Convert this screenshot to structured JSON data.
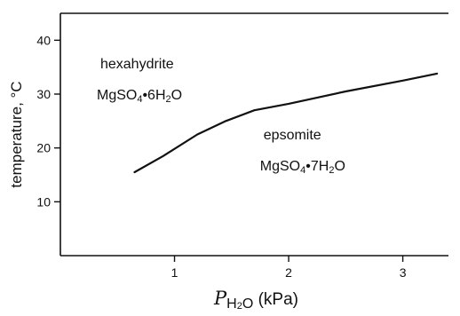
{
  "chart_data": {
    "type": "line",
    "title": "",
    "xlabel": {
      "symbol": "P",
      "subscript": "H",
      "subscript2": "2",
      "tail": "O",
      "unit": " (kPa)"
    },
    "ylabel": "temperature, °C",
    "xlim": [
      0,
      3.4
    ],
    "ylim": [
      0,
      45
    ],
    "xticks": [
      1,
      2,
      3
    ],
    "yticks": [
      10,
      20,
      30,
      40
    ],
    "grid": false,
    "series": [
      {
        "x": [
          0.65,
          0.9,
          1.2,
          1.45,
          1.7,
          2.0,
          2.5,
          3.0,
          3.3
        ],
        "y": [
          15.5,
          18.5,
          22.5,
          25.0,
          27.0,
          28.2,
          30.5,
          32.5,
          33.8
        ]
      }
    ],
    "annotations": [
      {
        "name": "hexahydrite",
        "formula": {
          "a": "MgSO",
          "sub1": "4",
          "b": "•6H",
          "sub2": "2",
          "c": "O"
        },
        "x": 0.35,
        "y": 34.8
      },
      {
        "name": "epsomite",
        "formula": {
          "a": "MgSO",
          "sub1": "4",
          "b": "•7H",
          "sub2": "2",
          "c": "O"
        },
        "x": 1.78,
        "y": 21.6
      }
    ]
  }
}
